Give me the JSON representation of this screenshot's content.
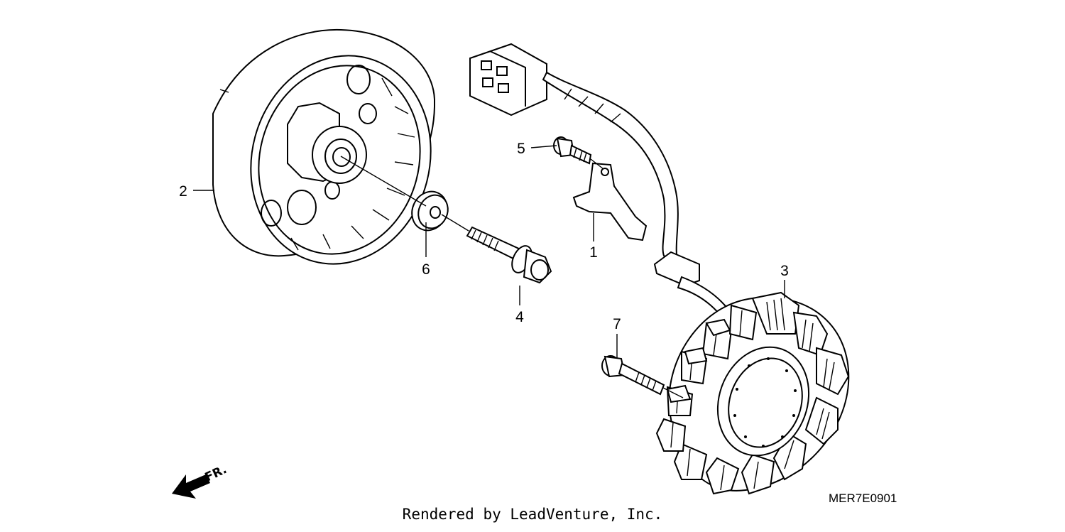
{
  "diagram": {
    "callouts": [
      {
        "id": "1",
        "label": "1"
      },
      {
        "id": "2",
        "label": "2"
      },
      {
        "id": "3",
        "label": "3"
      },
      {
        "id": "4",
        "label": "4"
      },
      {
        "id": "5",
        "label": "5"
      },
      {
        "id": "6",
        "label": "6"
      },
      {
        "id": "7",
        "label": "7"
      }
    ],
    "diagram_code": "MER7E0901",
    "direction_label": "FR.",
    "footer_credit": "Rendered by LeadVenture, Inc."
  }
}
